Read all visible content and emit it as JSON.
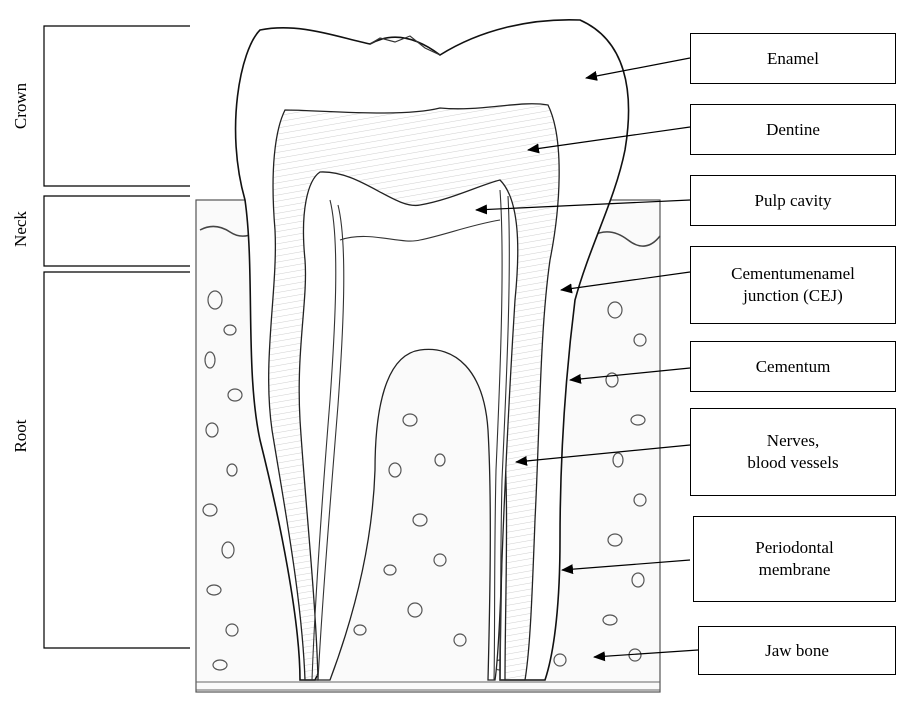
{
  "labels": {
    "enamel": "Enamel",
    "dentine": "Dentine",
    "pulp_cavity": "Pulp cavity",
    "cej_line1": "Cementumenamel",
    "cej_line2": "junction (CEJ)",
    "cementum": "Cementum",
    "nerves_line1": "Nerves,",
    "nerves_line2": "blood vessels",
    "periodontal_line1": "Periodontal",
    "periodontal_line2": "membrane",
    "jaw_bone": "Jaw bone"
  },
  "regions": {
    "crown": "Crown",
    "neck": "Neck",
    "root": "Root"
  }
}
